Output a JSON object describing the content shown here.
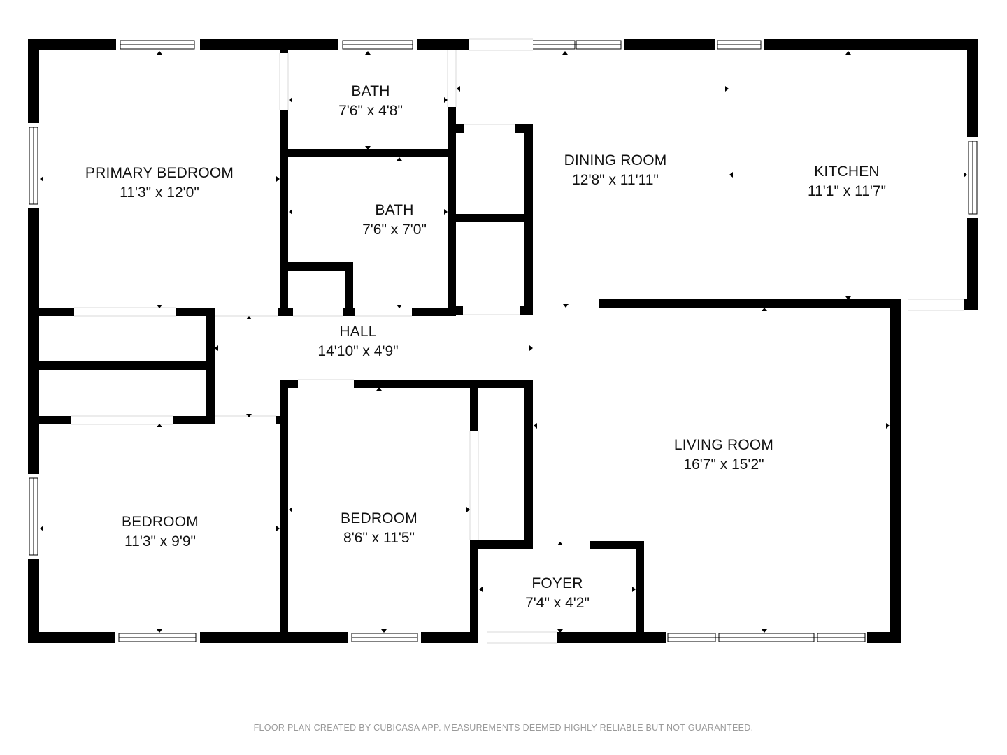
{
  "floor_plan": {
    "rooms": [
      {
        "id": "primary-bedroom",
        "name": "PRIMARY BEDROOM",
        "dims": "11'3\" x 12'0\""
      },
      {
        "id": "bath-1",
        "name": "BATH",
        "dims": "7'6\" x 4'8\""
      },
      {
        "id": "bath-2",
        "name": "BATH",
        "dims": "7'6\" x 7'0\""
      },
      {
        "id": "dining-room",
        "name": "DINING ROOM",
        "dims": "12'8\" x 11'11\""
      },
      {
        "id": "kitchen",
        "name": "KITCHEN",
        "dims": "11'1\" x 11'7\""
      },
      {
        "id": "hall",
        "name": "HALL",
        "dims": "14'10\" x 4'9\""
      },
      {
        "id": "living-room",
        "name": "LIVING ROOM",
        "dims": "16'7\" x 15'2\""
      },
      {
        "id": "bedroom-1",
        "name": "BEDROOM",
        "dims": "11'3\" x 9'9\""
      },
      {
        "id": "bedroom-2",
        "name": "BEDROOM",
        "dims": "8'6\" x 11'5\""
      },
      {
        "id": "foyer",
        "name": "FOYER",
        "dims": "7'4\" x 4'2\""
      }
    ],
    "colors": {
      "wall": "#000000",
      "background": "#ffffff",
      "footer_text": "#9a9a9a"
    }
  },
  "footer": {
    "disclaimer": "FLOOR PLAN CREATED BY CUBICASA APP. MEASUREMENTS DEEMED HIGHLY RELIABLE BUT NOT GUARANTEED."
  }
}
